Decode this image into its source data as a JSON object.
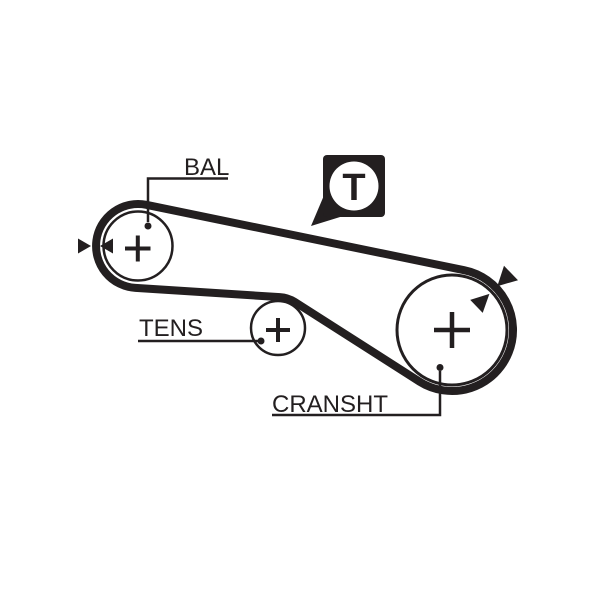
{
  "diagram": {
    "background_color": "#ffffff",
    "ink_color": "#231f20",
    "badge": {
      "letter": "T",
      "icon": "timing-mark-marker-icon"
    },
    "components": [
      {
        "id": "bal-pulley",
        "label": "BAL"
      },
      {
        "id": "tensioner-pulley",
        "label": "TENS"
      },
      {
        "id": "crankshaft-pulley",
        "label": "CRANSHT"
      }
    ],
    "icons": [
      "belt-loop",
      "pulley-cross-mark",
      "leader-dot",
      "arrow-pair-bal",
      "arrow-pair-crankshaft"
    ]
  }
}
